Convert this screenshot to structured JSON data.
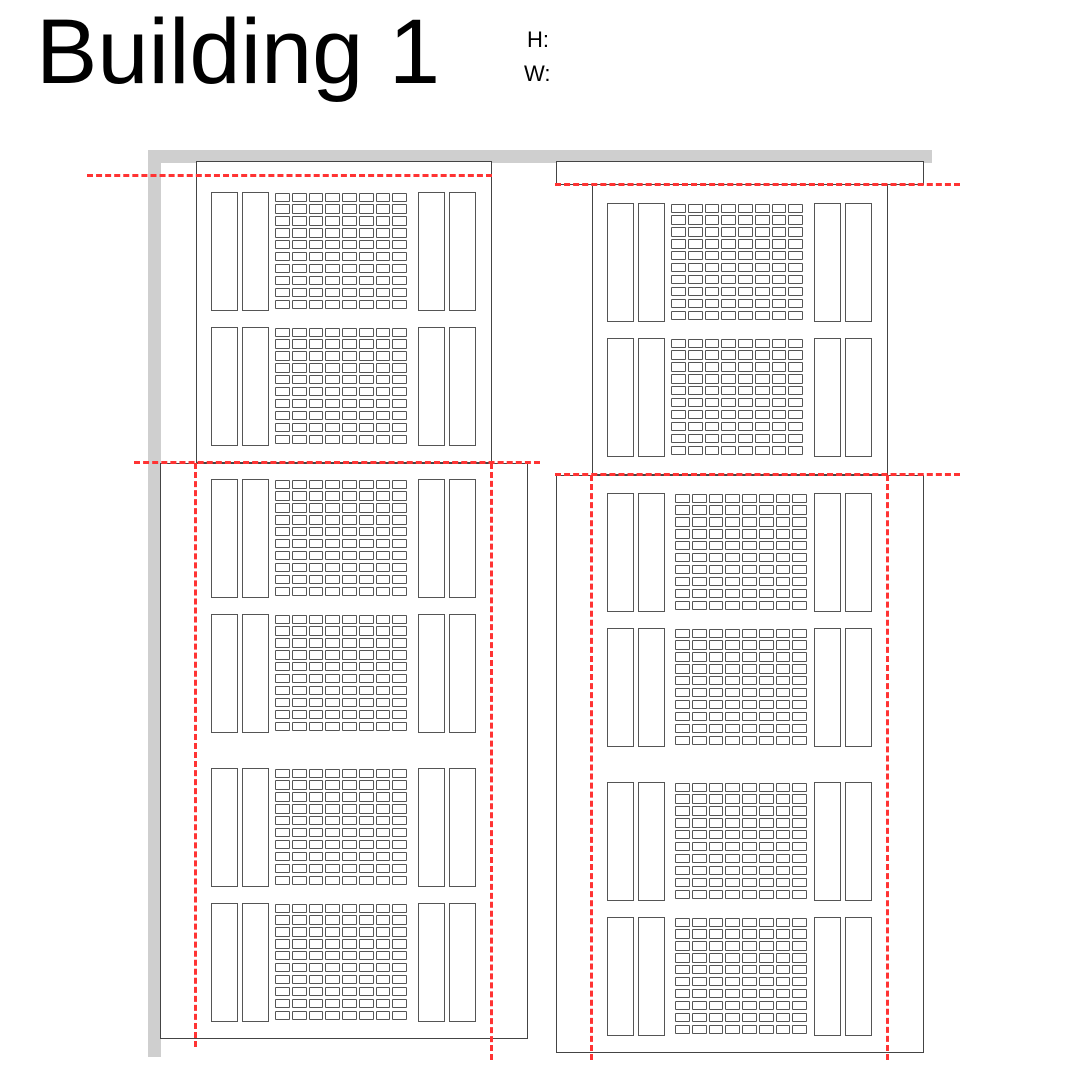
{
  "header": {
    "title": "Building 1",
    "height_label": "H:",
    "width_label": "W:"
  },
  "colors": {
    "guide_line": "#ff3333",
    "outline": "#444444",
    "wall": "#cfcfcf"
  },
  "diagram": {
    "buildings": 2,
    "modules_per_building": 6,
    "grid_columns": 8,
    "grid_rows": 10
  }
}
